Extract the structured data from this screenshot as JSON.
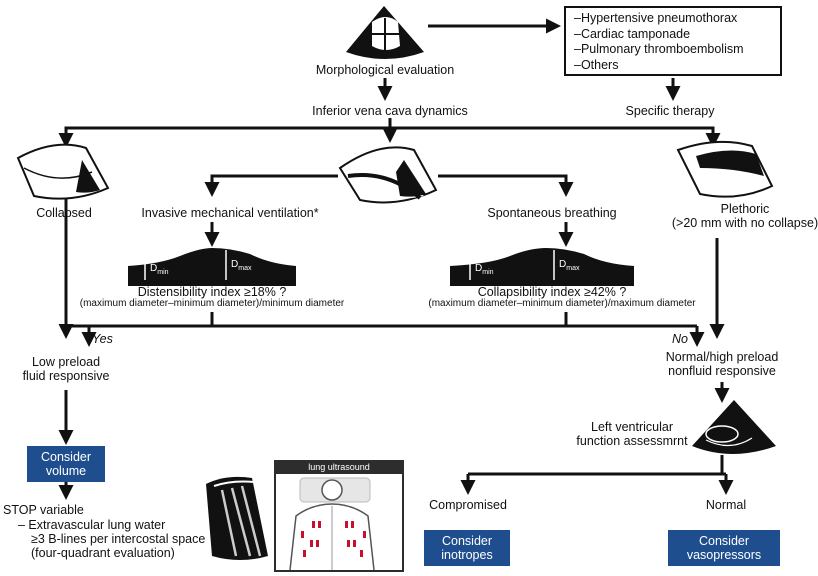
{
  "morph_label": "Morphological evaluation",
  "specific_list": [
    "Hypertensive pneumothorax",
    "Cardiac tamponade",
    "Pulmonary thromboembolism",
    "Others"
  ],
  "specific_therapy": "Specific therapy",
  "ivc_dynamics": "Inferior vena cava dynamics",
  "collapsed": "Collapsed",
  "imv": "Invasive mechanical ventilation*",
  "spont": "Spontaneous breathing",
  "plethoric": [
    "Plethoric",
    "(>20 mm with no collapse)"
  ],
  "dmin": "D",
  "dmin_sub": "min",
  "dmax": "D",
  "dmax_sub": "max",
  "distensibility": "Distensibility index ≥18% ?",
  "dist_formula": "(maximum diameter–minimum diameter)/minimum diameter",
  "collapsibility": "Collapsibility index ≥42% ?",
  "coll_formula": "(maximum diameter–minimum diameter)/maximum diameter",
  "yes": "Yes",
  "no": "No",
  "low_preload": [
    "Low preload",
    "fluid responsive"
  ],
  "normal_preload": [
    "Normal/high preload",
    "nonfluid responsive"
  ],
  "lv_function": [
    "Left ventricular",
    "function assessmrnt"
  ],
  "consider_volume": [
    "Consider",
    "volume"
  ],
  "stop_variable": "STOP variable",
  "ev_lung_water": "– Extravascular lung water",
  "blines": "≥3 B-lines per intercostal space",
  "four_quadrant": "(four-quadrant evaluation)",
  "lung_ultrasound": "lung ultrasound",
  "compromised": "Compromised",
  "normal": "Normal",
  "consider_inotropes": [
    "Consider",
    "inotropes"
  ],
  "consider_vasopressors": [
    "Consider",
    "vasopressors"
  ],
  "colors": {
    "box_blue": "#1f4e8f",
    "line": "#111111",
    "lung_marker": "#c8102e"
  }
}
